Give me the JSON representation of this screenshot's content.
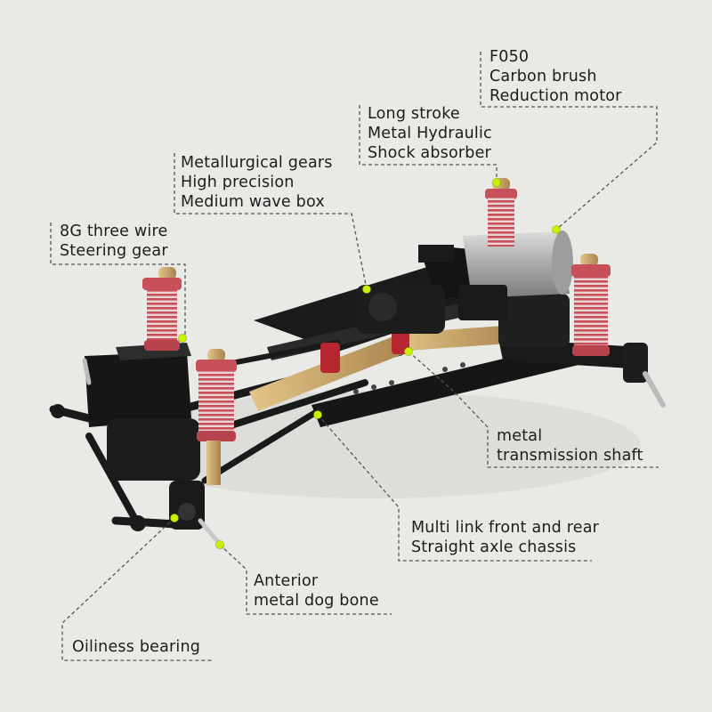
{
  "colors": {
    "background": "#e9e9e5",
    "text": "#1c1c1c",
    "leader_line": "#555555",
    "marker_dot": "#c8f000",
    "chassis_black": "#1a1a1a",
    "spring_red": "#c8505a",
    "brass": "#c9a46a",
    "motor_silver": "#b9b9b9"
  },
  "callouts": {
    "motor": {
      "lines": [
        "F050",
        "Carbon brush",
        "Reduction motor"
      ]
    },
    "shock": {
      "lines": [
        "Long stroke",
        "Metal Hydraulic",
        "Shock absorber"
      ]
    },
    "gearbox": {
      "lines": [
        "Metallurgical gears",
        "High precision",
        "Medium wave box"
      ]
    },
    "servo": {
      "lines": [
        "8G three wire",
        "Steering gear"
      ]
    },
    "shaft": {
      "lines": [
        "metal",
        "transmission shaft"
      ]
    },
    "chassis": {
      "lines": [
        "Multi link front and rear",
        "Straight axle chassis"
      ]
    },
    "dogbone": {
      "lines": [
        "Anterior",
        "metal dog bone"
      ]
    },
    "bearing": {
      "lines": [
        "Oiliness bearing"
      ]
    }
  }
}
